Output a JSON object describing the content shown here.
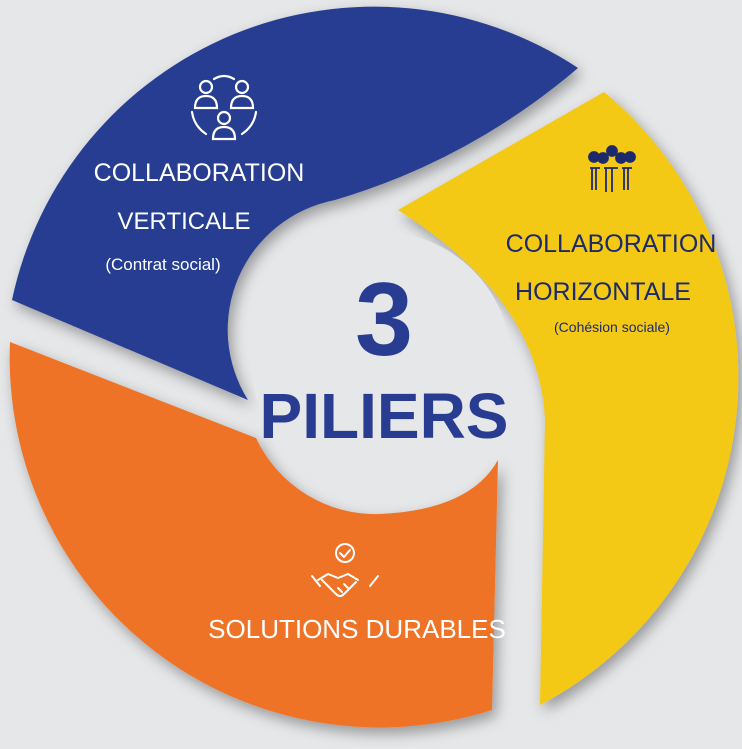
{
  "center": {
    "number": "3",
    "word": "PILIERS"
  },
  "pillars": [
    {
      "id": "verticale",
      "title_line1": "COLLABORATION",
      "title_line2": "VERTICALE",
      "subtitle": "(Contrat social)",
      "color": "#283c92",
      "text_color": "#ffffff",
      "icon": "people-network-icon"
    },
    {
      "id": "horizontale",
      "title_line1": "COLLABORATION",
      "title_line2": "HORIZONTALE",
      "subtitle": "(Cohésion sociale)",
      "color": "#f3c913",
      "text_color": "#1c2a6b",
      "icon": "group-people-icon"
    },
    {
      "id": "durables",
      "title": "SOLUTIONS DURABLES",
      "color": "#ee7326",
      "text_color": "#ffffff",
      "icon": "handshake-check-icon"
    }
  ],
  "colors": {
    "background": "#e6e7e9",
    "center_circle": "#e6e7e9",
    "center_text": "#283c92"
  }
}
